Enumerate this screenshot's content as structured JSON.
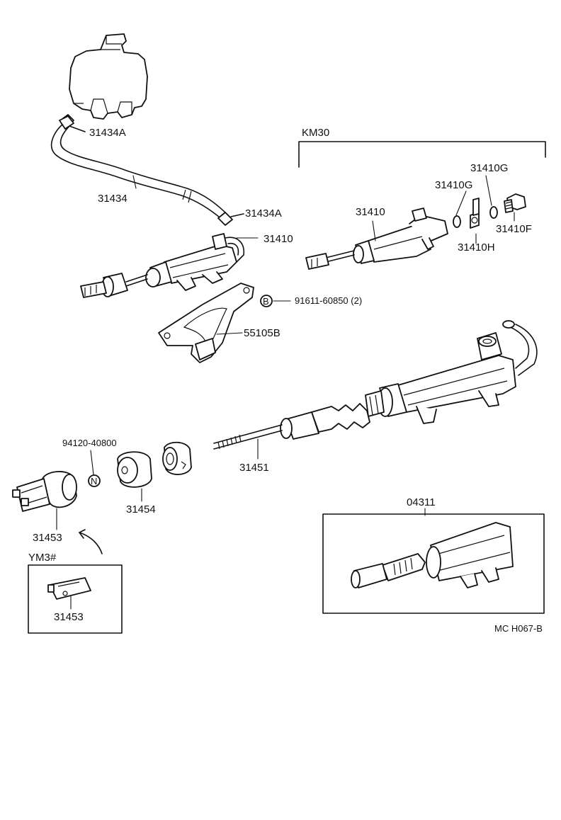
{
  "labels": {
    "reservoir_hose_clamp_top": "31434A",
    "reservoir_hose": "31434",
    "reservoir_hose_clamp_bottom": "31434A",
    "master_cylinder_left": "31410",
    "bolt_marker": "B",
    "bolt_part": "91611-60850 (2)",
    "bracket": "55105B",
    "variant_group": "KM30",
    "km30_cylinder": "31410",
    "km30_gasket_upper": "31410G",
    "km30_gasket_lower": "31410G",
    "km30_union": "31410H",
    "km30_union_bolt": "31410F",
    "nut_part": "94120-40800",
    "nut_marker": "N",
    "push_rod": "31451",
    "clevis": "31453",
    "boot": "31454",
    "variant_ym3": "YM3#",
    "ym3_clevis": "31453",
    "kit_group": "04311",
    "figure_code": "MC H067-B"
  }
}
